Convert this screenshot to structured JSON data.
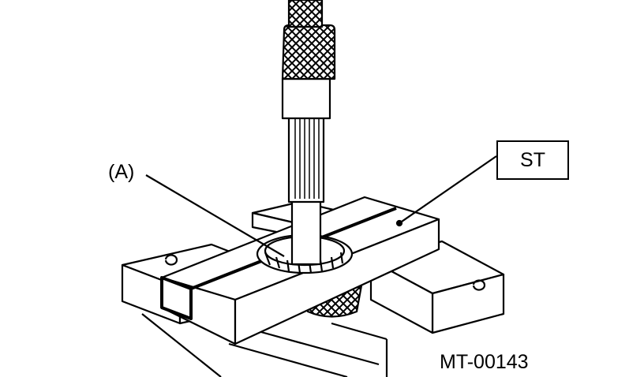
{
  "figure": {
    "callout_a": "(A)",
    "callout_st": "ST",
    "figure_code": "MT-00143"
  },
  "colors": {
    "line": "#000000",
    "background": "#ffffff"
  }
}
